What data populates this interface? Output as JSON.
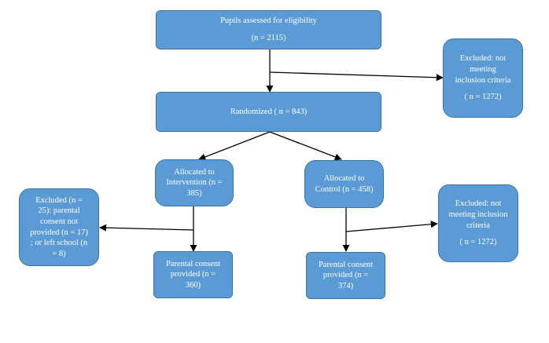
{
  "nodes": {
    "pupils_assessed": {
      "line1": "Pupils assessed for eligibility",
      "line2": "(n = 2115)"
    },
    "excluded_top": {
      "line1": "Excluded: not",
      "line2": "meeting",
      "line3": "inclusion criteria",
      "line4": "( n = 1272)"
    },
    "randomized": {
      "line1": "Randomized ( n = 843)"
    },
    "allocated_intervention": {
      "line1": "Allocated to",
      "line2": "Intervention (n =",
      "line3": "385)"
    },
    "allocated_control": {
      "line1": "Allocated to",
      "line2": "Control (n = 458)"
    },
    "excluded_left": {
      "line1": "Excluded (n =",
      "line2": "25): parental",
      "line3": "consent not",
      "line4": "provided (n = 17)",
      "line5": "; or left school (n",
      "line6": "= 8)"
    },
    "excluded_right": {
      "line1": "Excluded: not",
      "line2": "meeting inclusion",
      "line3": "criteria",
      "line4": "( n = 1272)"
    },
    "consent_intervention": {
      "line1": "Parental consent",
      "line2": "provided (n =",
      "line3": "360)"
    },
    "consent_control": {
      "line1": "Parental consent",
      "line2": "provided (n =",
      "line3": "374)"
    }
  },
  "colors": {
    "box_fill": "#5b9bd5",
    "box_border": "#41719c",
    "box_text": "#ffffff",
    "arrow": "#000000"
  }
}
